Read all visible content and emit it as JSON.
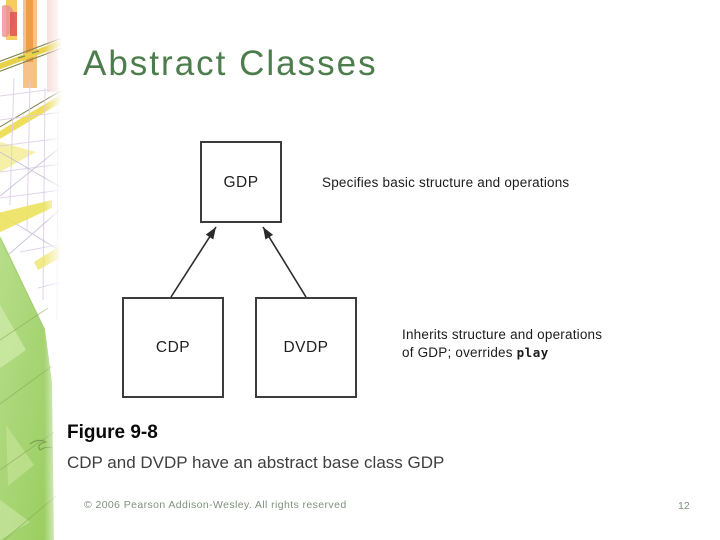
{
  "slide": {
    "title": "Abstract Classes",
    "footer": "© 2006 Pearson Addison-Wesley. All rights reserved",
    "page_number": "12"
  },
  "diagram": {
    "nodes": {
      "gdp": "GDP",
      "cdp": "CDP",
      "dvdp": "DVDP"
    },
    "edges": [
      {
        "from": "CDP",
        "to": "GDP"
      },
      {
        "from": "DVDP",
        "to": "GDP"
      }
    ],
    "annotations": {
      "gdp_note": "Specifies basic structure and operations",
      "inherit_line1": "Inherits structure and operations",
      "inherit_line2_prefix": "of GDP; overrides ",
      "inherit_code": "play"
    }
  },
  "caption": {
    "label": "Figure 9-8",
    "text": "CDP and DVDP have an abstract base class GDP"
  },
  "colors": {
    "title_green": "#4d7c4d",
    "footer_green": "#7e927c",
    "box_border": "#3c3c3c",
    "arrow": "#2b2b2b",
    "leaf_green": "#98cc5e"
  }
}
